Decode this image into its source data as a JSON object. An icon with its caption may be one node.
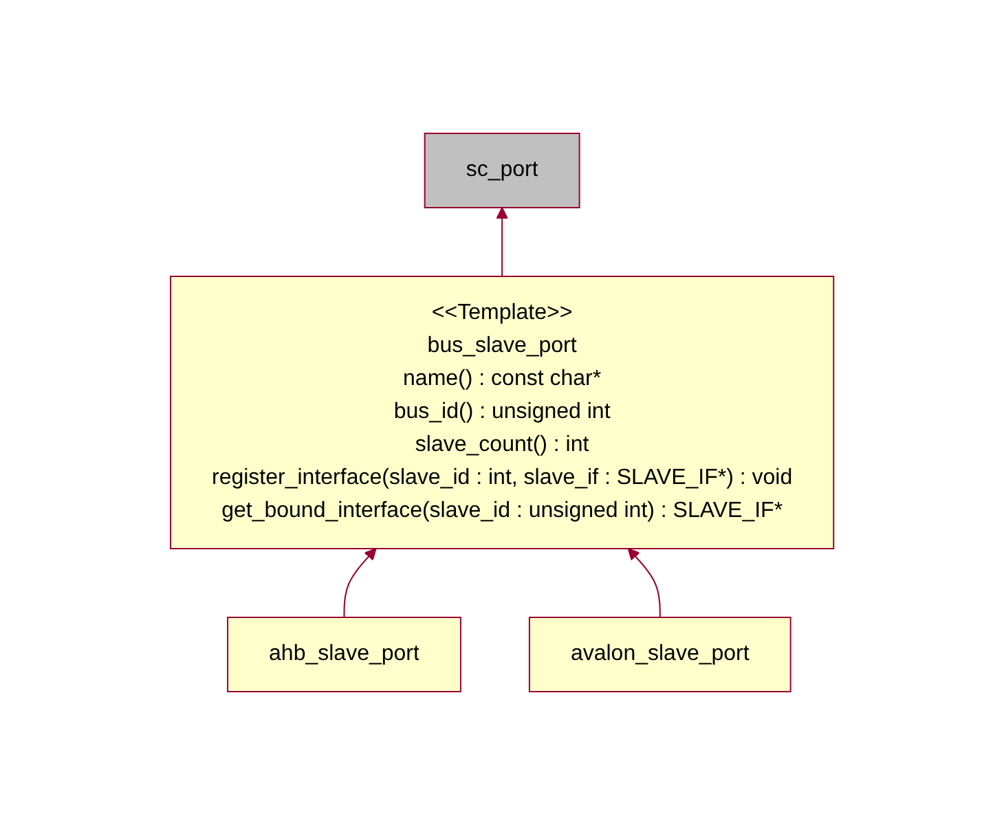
{
  "diagram": {
    "nodes": [
      {
        "text": [
          "sc_port"
        ]
      },
      {
        "text": [
          "<<Template>>",
          "bus_slave_port",
          "name() : const char*",
          "bus_id() : unsigned int",
          "slave_count() : int",
          "register_interface(slave_id : int, slave_if : SLAVE_IF*) : void",
          "get_bound_interface(slave_id : unsigned int) : SLAVE_IF*"
        ]
      },
      {
        "text": [
          "ahb_slave_port"
        ]
      },
      {
        "text": [
          "avalon_slave_port"
        ]
      }
    ],
    "edges": [
      {
        "from": 1,
        "to": 0,
        "arrow": "to"
      },
      {
        "from": 2,
        "to": 1,
        "arrow": "to"
      },
      {
        "from": 3,
        "to": 1,
        "arrow": "to"
      }
    ]
  }
}
